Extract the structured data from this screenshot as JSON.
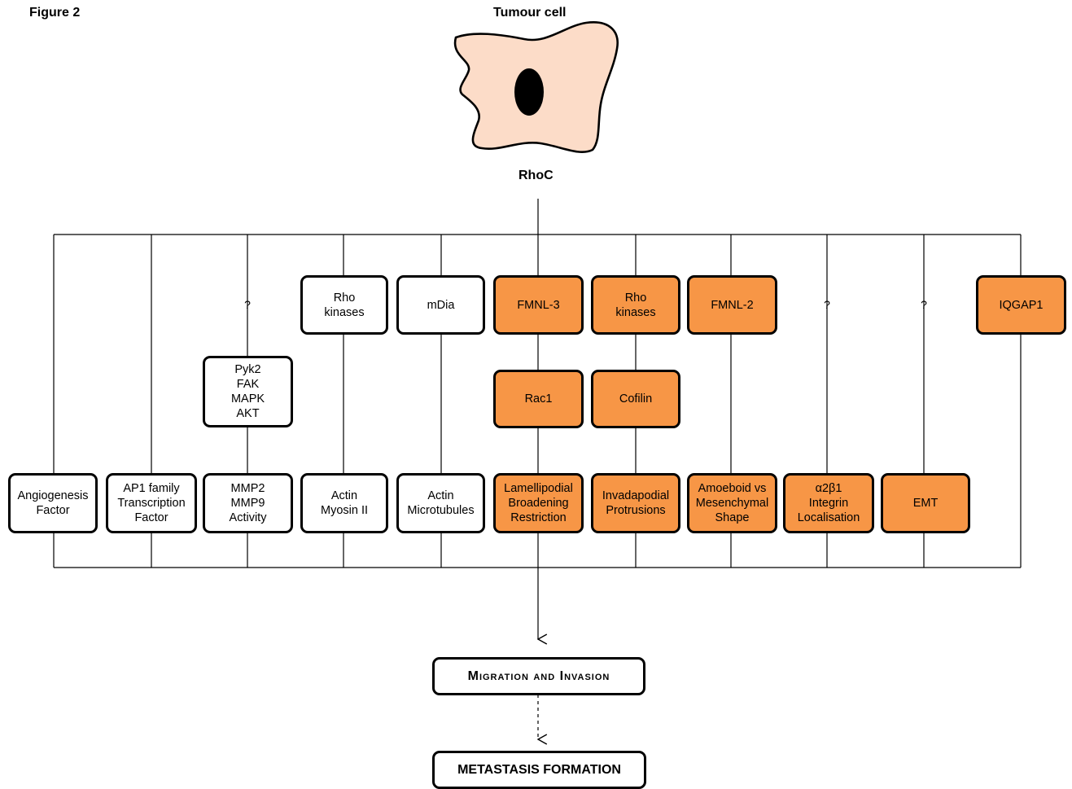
{
  "figure_label": "Figure 2",
  "top_label": "Tumour cell",
  "rhoc_label": "RhoC",
  "colors": {
    "orange": "#f79646",
    "cell_fill": "#fcdcc8"
  },
  "question_mark": "?",
  "columns": [
    {
      "id": "angio",
      "bottom": "Angiogenesis\nFactor",
      "bottom_orange": false
    },
    {
      "id": "ap1",
      "bottom": "AP1 family\nTranscription\nFactor",
      "bottom_orange": false
    },
    {
      "id": "mmp",
      "top_question": true,
      "middle": "Pyk2\nFAK\nMAPK\nAKT",
      "bottom": "MMP2\nMMP9\nActivity",
      "bottom_orange": false
    },
    {
      "id": "rhok1",
      "top": "Rho\nkinases",
      "top_orange": false,
      "bottom": "Actin\nMyosin II",
      "bottom_orange": false
    },
    {
      "id": "mdia",
      "top": "mDia",
      "top_orange": false,
      "bottom": "Actin\nMicrotubules",
      "bottom_orange": false
    },
    {
      "id": "fmnl3",
      "top": "FMNL-3",
      "top_orange": true,
      "middle": "Rac1",
      "middle_orange": true,
      "bottom": "Lamellipodial\nBroadening\nRestriction",
      "bottom_orange": true
    },
    {
      "id": "rhok2",
      "top": "Rho\nkinases",
      "top_orange": true,
      "middle": "Cofilin",
      "middle_orange": true,
      "bottom": "Invadapodial\nProtrusions",
      "bottom_orange": true
    },
    {
      "id": "fmnl2",
      "top": "FMNL-2",
      "top_orange": true,
      "bottom": "Amoeboid vs\nMesenchymal\nShape",
      "bottom_orange": true
    },
    {
      "id": "integrin",
      "top_question": true,
      "bottom": "α2β1\nIntegrin\nLocalisation",
      "bottom_orange": true
    },
    {
      "id": "emt",
      "top_question": true,
      "bottom": "EMT",
      "bottom_orange": true
    },
    {
      "id": "iqgap",
      "top": "IQGAP1",
      "top_orange": true
    }
  ],
  "outcome": {
    "migration": "Migration and Invasion",
    "metastasis": "METASTASIS FORMATION"
  }
}
